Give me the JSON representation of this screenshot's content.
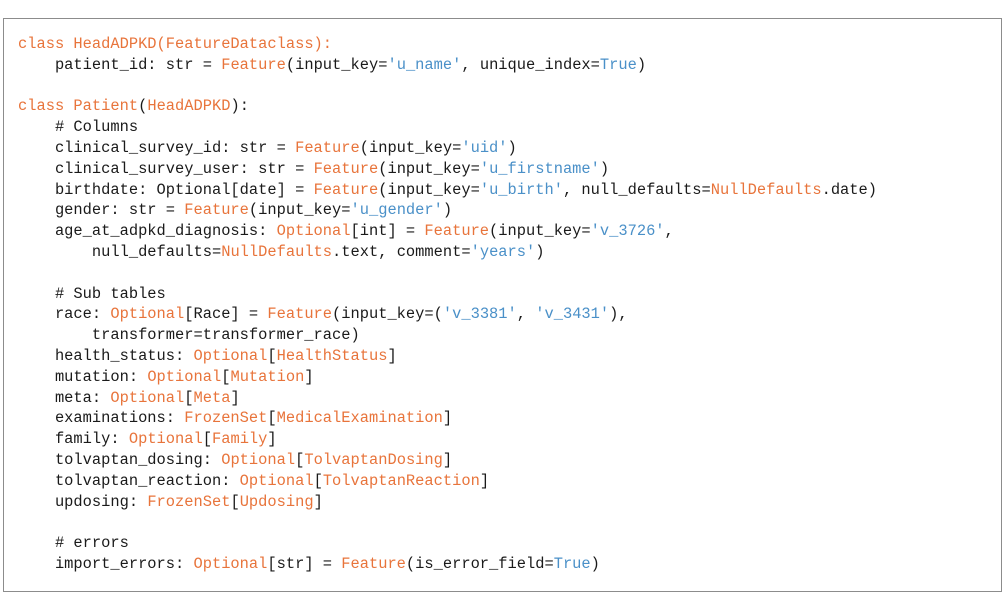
{
  "colors": {
    "keyword": "#e8743b",
    "string": "#4a90c8",
    "plain": "#1a1a1a",
    "border": "#8c8c8c",
    "background": "#ffffff"
  },
  "code_lines": [
    [
      {
        "t": "class ",
        "k": "kw"
      },
      {
        "t": "HeadADPKD(FeatureDataclass):",
        "k": "cls"
      }
    ],
    [
      {
        "t": "    patient_id: str = ",
        "k": "pl"
      },
      {
        "t": "Feature",
        "k": "fn"
      },
      {
        "t": "(input_key=",
        "k": "pl"
      },
      {
        "t": "'u_name'",
        "k": "str"
      },
      {
        "t": ", unique_index=",
        "k": "pl"
      },
      {
        "t": "True",
        "k": "cst"
      },
      {
        "t": ")",
        "k": "pl"
      }
    ],
    [],
    [
      {
        "t": "class ",
        "k": "kw"
      },
      {
        "t": "Patient",
        "k": "cls"
      },
      {
        "t": "(",
        "k": "pl"
      },
      {
        "t": "HeadADPKD",
        "k": "cls"
      },
      {
        "t": "):",
        "k": "pl"
      }
    ],
    [
      {
        "t": "    # Columns",
        "k": "pl"
      }
    ],
    [
      {
        "t": "    clinical_survey_id: str = ",
        "k": "pl"
      },
      {
        "t": "Feature",
        "k": "fn"
      },
      {
        "t": "(input_key=",
        "k": "pl"
      },
      {
        "t": "'uid'",
        "k": "str"
      },
      {
        "t": ")",
        "k": "pl"
      }
    ],
    [
      {
        "t": "    clinical_survey_user: str = ",
        "k": "pl"
      },
      {
        "t": "Feature",
        "k": "fn"
      },
      {
        "t": "(input_key=",
        "k": "pl"
      },
      {
        "t": "'u_firstname'",
        "k": "str"
      },
      {
        "t": ")",
        "k": "pl"
      }
    ],
    [
      {
        "t": "    birthdate: Optional[date] = ",
        "k": "pl"
      },
      {
        "t": "Feature",
        "k": "fn"
      },
      {
        "t": "(input_key=",
        "k": "pl"
      },
      {
        "t": "'u_birth'",
        "k": "str"
      },
      {
        "t": ", null_defaults=",
        "k": "pl"
      },
      {
        "t": "NullDefaults",
        "k": "cls"
      },
      {
        "t": ".date)",
        "k": "pl"
      }
    ],
    [
      {
        "t": "    gender: str = ",
        "k": "pl"
      },
      {
        "t": "Feature",
        "k": "fn"
      },
      {
        "t": "(input_key=",
        "k": "pl"
      },
      {
        "t": "'u_gender'",
        "k": "str"
      },
      {
        "t": ")",
        "k": "pl"
      }
    ],
    [
      {
        "t": "    age_at_adpkd_diagnosis: ",
        "k": "pl"
      },
      {
        "t": "Optional",
        "k": "cls"
      },
      {
        "t": "[int] = ",
        "k": "pl"
      },
      {
        "t": "Feature",
        "k": "fn"
      },
      {
        "t": "(input_key=",
        "k": "pl"
      },
      {
        "t": "'v_3726'",
        "k": "str"
      },
      {
        "t": ",",
        "k": "pl"
      }
    ],
    [
      {
        "t": "        null_defaults=",
        "k": "pl"
      },
      {
        "t": "NullDefaults",
        "k": "cls"
      },
      {
        "t": ".text, comment=",
        "k": "pl"
      },
      {
        "t": "'years'",
        "k": "str"
      },
      {
        "t": ")",
        "k": "pl"
      }
    ],
    [],
    [
      {
        "t": "    # Sub tables",
        "k": "pl"
      }
    ],
    [
      {
        "t": "    race: ",
        "k": "pl"
      },
      {
        "t": "Optional",
        "k": "cls"
      },
      {
        "t": "[Race] = ",
        "k": "pl"
      },
      {
        "t": "Feature",
        "k": "fn"
      },
      {
        "t": "(input_key=(",
        "k": "pl"
      },
      {
        "t": "'v_3381'",
        "k": "str"
      },
      {
        "t": ", ",
        "k": "pl"
      },
      {
        "t": "'v_3431'",
        "k": "str"
      },
      {
        "t": "),",
        "k": "pl"
      }
    ],
    [
      {
        "t": "        transformer=transformer_race)",
        "k": "pl"
      }
    ],
    [
      {
        "t": "    health_status: ",
        "k": "pl"
      },
      {
        "t": "Optional",
        "k": "cls"
      },
      {
        "t": "[",
        "k": "pl"
      },
      {
        "t": "HealthStatus",
        "k": "cls"
      },
      {
        "t": "]",
        "k": "pl"
      }
    ],
    [
      {
        "t": "    mutation: ",
        "k": "pl"
      },
      {
        "t": "Optional",
        "k": "cls"
      },
      {
        "t": "[",
        "k": "pl"
      },
      {
        "t": "Mutation",
        "k": "cls"
      },
      {
        "t": "]",
        "k": "pl"
      }
    ],
    [
      {
        "t": "    meta: ",
        "k": "pl"
      },
      {
        "t": "Optional",
        "k": "cls"
      },
      {
        "t": "[",
        "k": "pl"
      },
      {
        "t": "Meta",
        "k": "cls"
      },
      {
        "t": "]",
        "k": "pl"
      }
    ],
    [
      {
        "t": "    examinations: ",
        "k": "pl"
      },
      {
        "t": "FrozenSet",
        "k": "cls"
      },
      {
        "t": "[",
        "k": "pl"
      },
      {
        "t": "MedicalExamination",
        "k": "cls"
      },
      {
        "t": "]",
        "k": "pl"
      }
    ],
    [
      {
        "t": "    family: ",
        "k": "pl"
      },
      {
        "t": "Optional",
        "k": "cls"
      },
      {
        "t": "[",
        "k": "pl"
      },
      {
        "t": "Family",
        "k": "cls"
      },
      {
        "t": "]",
        "k": "pl"
      }
    ],
    [
      {
        "t": "    tolvaptan_dosing: ",
        "k": "pl"
      },
      {
        "t": "Optional",
        "k": "cls"
      },
      {
        "t": "[",
        "k": "pl"
      },
      {
        "t": "TolvaptanDosing",
        "k": "cls"
      },
      {
        "t": "]",
        "k": "pl"
      }
    ],
    [
      {
        "t": "    tolvaptan_reaction: ",
        "k": "pl"
      },
      {
        "t": "Optional",
        "k": "cls"
      },
      {
        "t": "[",
        "k": "pl"
      },
      {
        "t": "TolvaptanReaction",
        "k": "cls"
      },
      {
        "t": "]",
        "k": "pl"
      }
    ],
    [
      {
        "t": "    updosing: ",
        "k": "pl"
      },
      {
        "t": "FrozenSet",
        "k": "cls"
      },
      {
        "t": "[",
        "k": "pl"
      },
      {
        "t": "Updosing",
        "k": "cls"
      },
      {
        "t": "]",
        "k": "pl"
      }
    ],
    [],
    [
      {
        "t": "    # errors",
        "k": "pl"
      }
    ],
    [
      {
        "t": "    import_errors: ",
        "k": "pl"
      },
      {
        "t": "Optional",
        "k": "cls"
      },
      {
        "t": "[str] = ",
        "k": "pl"
      },
      {
        "t": "Feature",
        "k": "fn"
      },
      {
        "t": "(is_error_field=",
        "k": "pl"
      },
      {
        "t": "True",
        "k": "cst"
      },
      {
        "t": ")",
        "k": "pl"
      }
    ]
  ]
}
